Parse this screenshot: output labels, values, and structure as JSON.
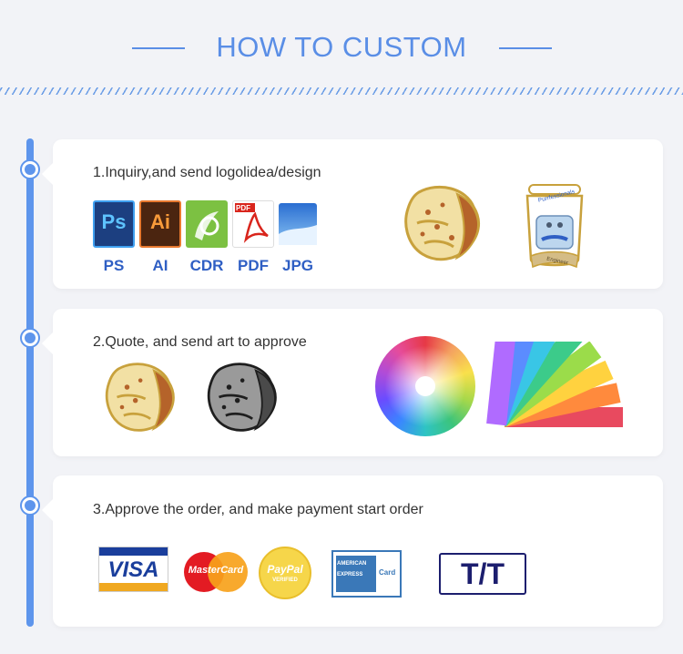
{
  "header": {
    "title": "HOW TO CUSTOM"
  },
  "steps": [
    {
      "title": "1.Inquiry,and send logolidea/design",
      "software": [
        {
          "icon": "Ps",
          "label": "PS",
          "color": "#1c3f80"
        },
        {
          "icon": "Ai",
          "label": "AI",
          "color": "#c9592b"
        },
        {
          "icon": "",
          "label": "CDR",
          "color": "#7cc142"
        },
        {
          "icon": "PDF",
          "label": "PDF",
          "color": "#ffffff"
        },
        {
          "icon": "",
          "label": "JPG",
          "color": "#4a8fd6"
        }
      ],
      "pin_text_top": "Purrfessionals",
      "pin_text_bottom": "Engineer"
    },
    {
      "title": "2.Quote, and send art to approve"
    },
    {
      "title": "3.Approve the order, and make payment start order",
      "payments": {
        "visa": "VISA",
        "mastercard": "MasterCard",
        "paypal_top": "PayPal",
        "paypal_bottom": "VERIFIED",
        "amex_top": "AMERICAN",
        "amex_mid": "EXPRESS",
        "amex_card": "Card",
        "tt": "T/T"
      }
    }
  ],
  "colors": {
    "accent": "#5a8ee6",
    "timeline": "#5e95ec"
  }
}
